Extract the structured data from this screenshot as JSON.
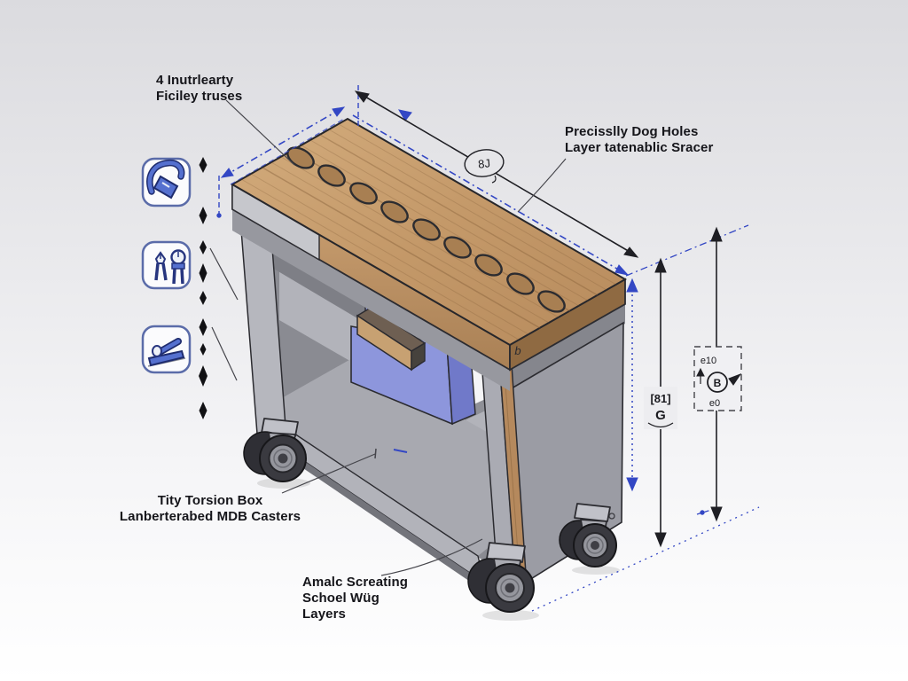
{
  "title": "Mobile workbench technical illustration",
  "labels": {
    "frame": {
      "l1": "4 Inutrlearty",
      "l2": "Ficiley truses"
    },
    "dog_holes": {
      "l1": "Precisslly Dog Holes",
      "l2": "Layer tatenablic Sracer"
    },
    "torsion_box": {
      "l1": "Tity Torsion Box",
      "l2": "Lanberterabed MDB Casters"
    },
    "screating": {
      "l1": "Amalc Screating",
      "l2": "Schoel Wüg",
      "l3": "Layers"
    }
  },
  "annotations": {
    "top_span": "8J",
    "height_value": "[81]",
    "height_letter": "G",
    "detail_top": "e10",
    "detail_circle": "B",
    "detail_bottom": "e0",
    "stray_mark": "b"
  },
  "structure": {
    "dog_hole_count": 9,
    "casters_visible": 3,
    "tool_icons": [
      {
        "name": "clamp-tool"
      },
      {
        "name": "pincers-tool"
      },
      {
        "name": "hand-plane-tool"
      }
    ]
  },
  "colors": {
    "wood_top": "#c59c6e",
    "wood_front": "#b98f60",
    "wood_end": "#8f6a42",
    "cabinet_gray": "#9c9da5",
    "panel_blue": "#8d96dc",
    "panel_blue_dark": "#7079c9",
    "dimension_blue": "#3347c4",
    "outline": "#2b2b30",
    "icon_border": "#5b6ca9",
    "icon_blue": "#5570cf",
    "background_top": "#dbdbdf",
    "background_bottom": "#ffffff"
  }
}
